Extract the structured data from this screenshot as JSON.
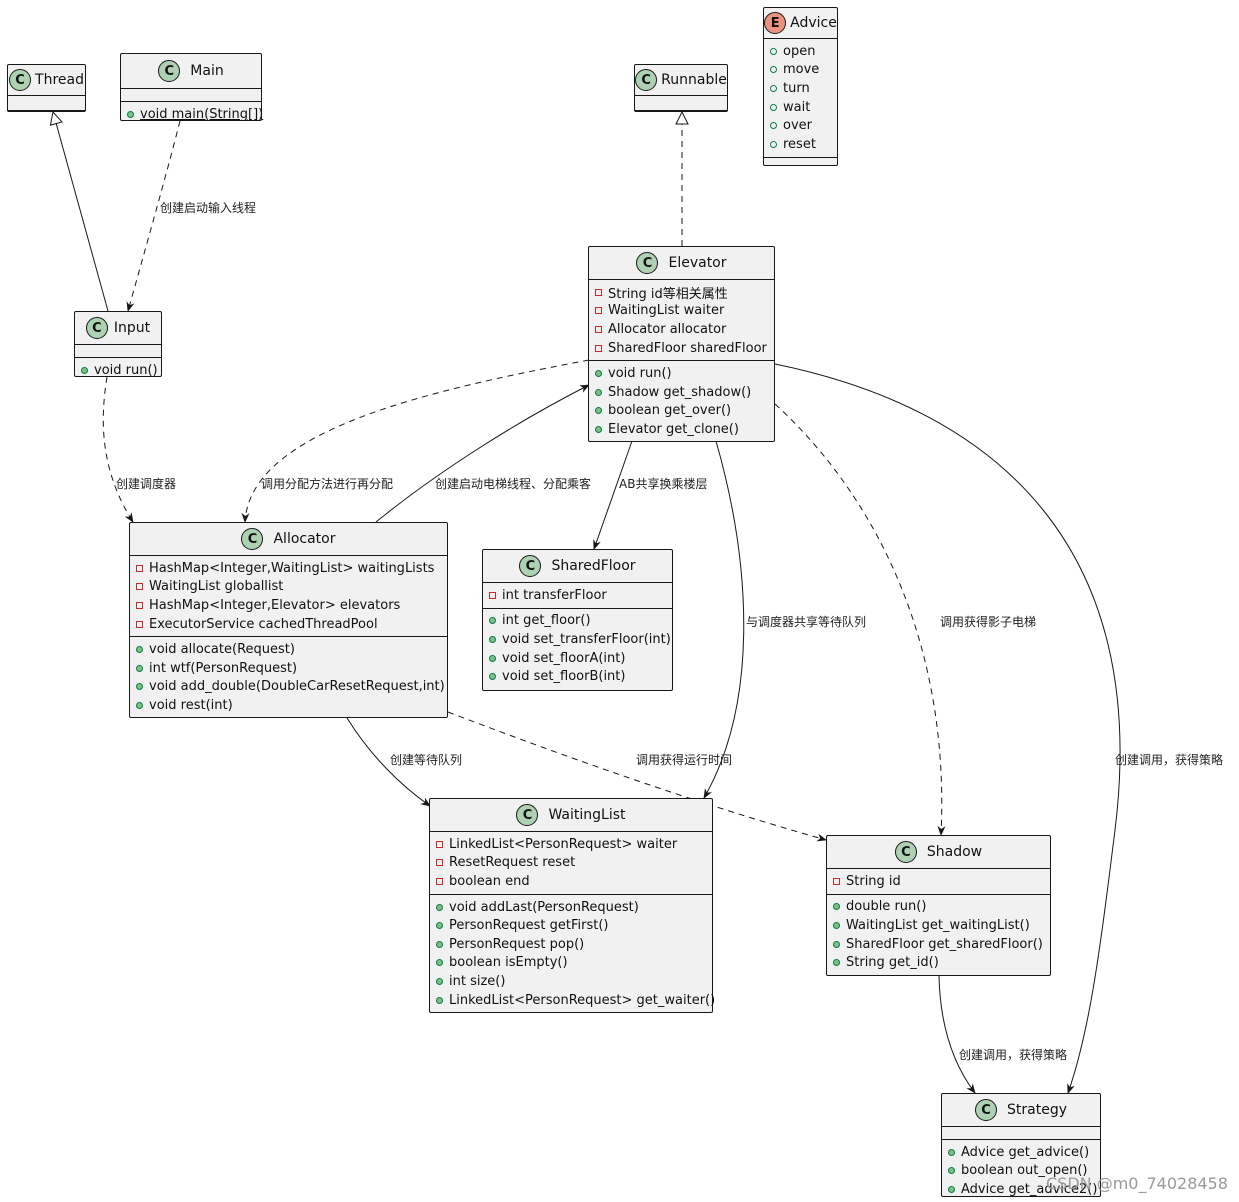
{
  "classes": {
    "thread": {
      "name": "Thread",
      "stereotype": "C"
    },
    "main": {
      "name": "Main",
      "stereotype": "C",
      "methods": [
        "void main(String[])"
      ]
    },
    "runnable": {
      "name": "Runnable",
      "stereotype": "C"
    },
    "advice": {
      "name": "Advice",
      "stereotype": "E",
      "values": [
        "open",
        "move",
        "turn",
        "wait",
        "over",
        "reset"
      ]
    },
    "input": {
      "name": "Input",
      "stereotype": "C",
      "methods": [
        "void run()"
      ]
    },
    "elevator": {
      "name": "Elevator",
      "stereotype": "C",
      "fields": [
        "String id等相关属性",
        "WaitingList waiter",
        "Allocator allocator",
        "SharedFloor sharedFloor"
      ],
      "methods": [
        "void run()",
        "Shadow get_shadow()",
        "boolean get_over()",
        "Elevator get_clone()"
      ]
    },
    "allocator": {
      "name": "Allocator",
      "stereotype": "C",
      "fields": [
        "HashMap<Integer,WaitingList> waitingLists",
        "WaitingList globallist",
        "HashMap<Integer,Elevator> elevators",
        "ExecutorService cachedThreadPool"
      ],
      "methods": [
        "void allocate(Request)",
        "int wtf(PersonRequest)",
        "void add_double(DoubleCarResetRequest,int)",
        "void rest(int)"
      ]
    },
    "sharedfloor": {
      "name": "SharedFloor",
      "stereotype": "C",
      "fields": [
        "int transferFloor"
      ],
      "methods": [
        "int get_floor()",
        "void set_transferFloor(int)",
        "void set_floorA(int)",
        "void set_floorB(int)"
      ]
    },
    "waitinglist": {
      "name": "WaitingList",
      "stereotype": "C",
      "fields": [
        "LinkedList<PersonRequest> waiter",
        "ResetRequest reset",
        "boolean end"
      ],
      "methods": [
        "void addLast(PersonRequest)",
        "PersonRequest getFirst()",
        "PersonRequest pop()",
        "boolean isEmpty()",
        "int size()",
        "LinkedList<PersonRequest> get_waiter()"
      ]
    },
    "shadow": {
      "name": "Shadow",
      "stereotype": "C",
      "fields": [
        "String id"
      ],
      "methods": [
        "double run()",
        "WaitingList get_waitingList()",
        "SharedFloor get_sharedFloor()",
        "String get_id()"
      ]
    },
    "strategy": {
      "name": "Strategy",
      "stereotype": "C",
      "methods": [
        "Advice get_advice()",
        "boolean out_open()",
        "Advice get_advice2()"
      ]
    }
  },
  "relations": {
    "main_input": "创建启动输入线程",
    "input_allocator": "创建调度器",
    "elevator_allocator": "调用分配方法进行再分配",
    "allocator_elevator": "创建启动电梯线程、分配乘客",
    "elevator_sharedfloor": "AB共享换乘楼层",
    "elevator_waitinglist": "与调度器共享等待队列",
    "elevator_shadow": "调用获得影子电梯",
    "elevator_strategy": "创建调用，获得策略",
    "allocator_waitinglist": "创建等待队列",
    "allocator_shadow": "调用获得运行时间",
    "shadow_strategy": "创建调用，获得策略"
  },
  "watermark": "CSDN @m0_74028458",
  "colors": {
    "class_fill": "#f1f1f1",
    "class_badge": "#add1b2",
    "enum_badge": "#eb937f",
    "line": "#181818"
  }
}
